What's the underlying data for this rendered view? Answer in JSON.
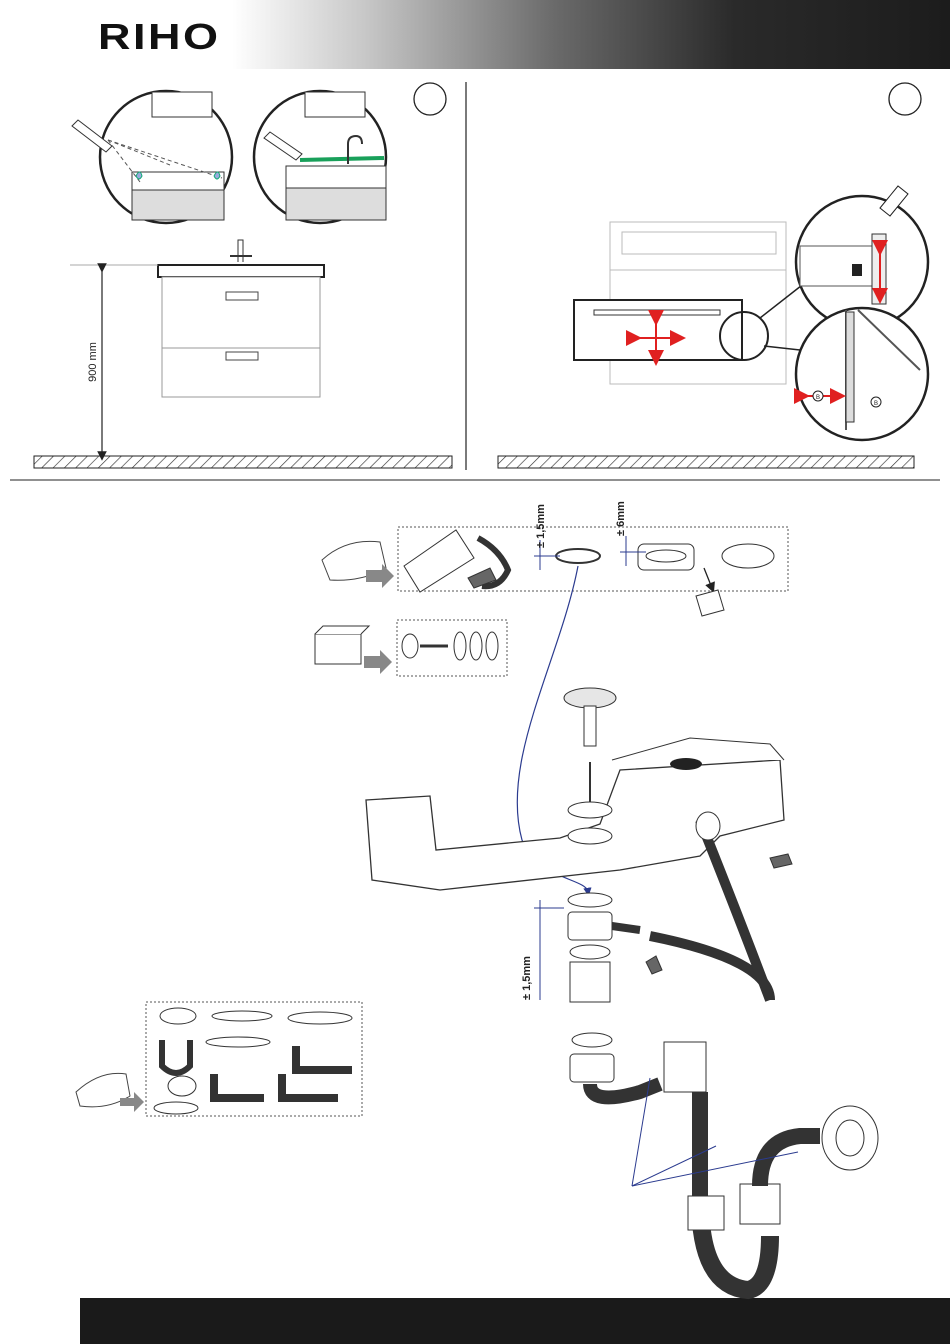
{
  "brand": {
    "logo_text": "RIHO"
  },
  "section_top_left": {
    "height_label": "900 mm"
  },
  "section_bottom": {
    "gap_label_1": "± 1,5mm",
    "gap_label_2": "± 6mm",
    "gap_label_3": "± 1,5mm",
    "drawer_marker": "B"
  },
  "colors": {
    "accent_red": "#e02020",
    "silicone_green": "#19a05a",
    "guide_blue": "#2b3b8f",
    "header_dark": "#1c1c1c"
  }
}
